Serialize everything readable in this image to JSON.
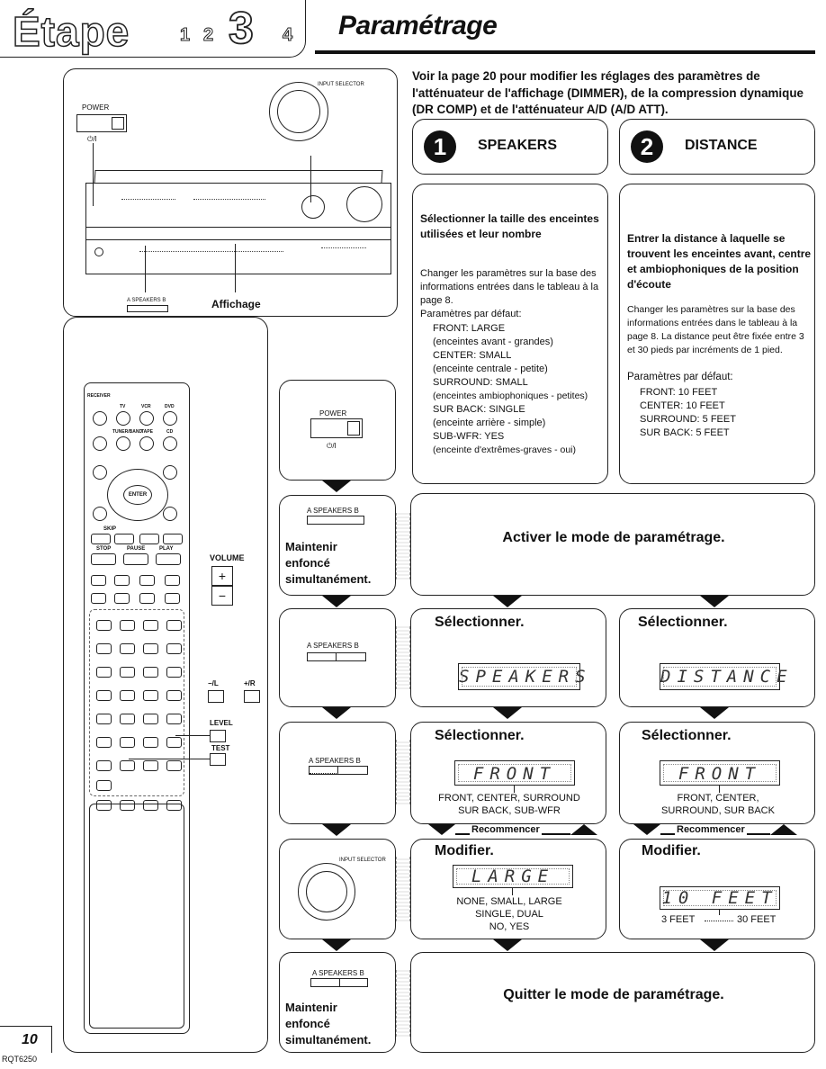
{
  "header": {
    "etape_word": "Étape",
    "steps": [
      "1",
      "2",
      "3",
      "4"
    ],
    "current_step": "3",
    "title": "Paramétrage"
  },
  "intro": "Voir la page 20 pour modifier les réglages des paramètres de l'atténuateur de l'affichage (DIMMER), de la compression dynamique (DR COMP) et de l'atténuateur A/D (A/D ATT).",
  "receiver": {
    "power_label": "POWER",
    "power_symbol": "⏻/I",
    "input_selector_label": "INPUT SELECTOR",
    "speakers_label": "A SPEAKERS B",
    "affichage_label": "Affichage"
  },
  "sections": [
    {
      "number": "1",
      "title": "SPEAKERS"
    },
    {
      "number": "2",
      "title": "DISTANCE"
    }
  ],
  "speakers_info": {
    "heading": "Sélectionner la taille des enceintes utilisées et leur nombre",
    "body": "Changer les paramètres sur la base des informations entrées dans le tableau à la page 8.",
    "defaults_label": "Paramètres par défaut:",
    "defaults": [
      "FRONT: LARGE",
      "(enceintes avant - grandes)",
      "CENTER: SMALL",
      "(enceinte centrale - petite)",
      "SURROUND: SMALL",
      "(enceintes ambiophoniques - petites)",
      "SUR BACK: SINGLE",
      "(enceinte arrière - simple)",
      "SUB-WFR: YES",
      "(enceinte d'extrêmes-graves - oui)"
    ]
  },
  "distance_info": {
    "heading": "Entrer la distance à laquelle se trouvent les enceintes avant, centre et ambiophoniques de la position d'écoute",
    "body": "Changer les paramètres sur la base des informations entrées dans le tableau à la page 8. La distance peut être fixée entre 3 et 30 pieds par incréments de 1 pied.",
    "defaults_label": "Paramètres par défaut:",
    "defaults": [
      "FRONT: 10 FEET",
      "CENTER: 10 FEET",
      "SURROUND: 5 FEET",
      "SUR BACK: 5 FEET"
    ]
  },
  "steps": {
    "hold_text_1": "Maintenir",
    "hold_text_2": "enfoncé",
    "hold_text_3": "simultanément.",
    "activate": "Activer le mode de paramétrage.",
    "select": "Sélectionner.",
    "modify": "Modifier.",
    "restart": "Recommencer",
    "quit": "Quitter le mode de paramétrage.",
    "lcd_speakers": "SPEAKERS",
    "lcd_distance": "DISTANCE",
    "lcd_front": "FRONT",
    "lcd_large": "LARGE",
    "lcd_10feet": "10 FEET",
    "speakers_options_1": "FRONT, CENTER, SURROUND",
    "speakers_options_2": "SUR BACK, SUB-WFR",
    "distance_options_1": "FRONT, CENTER,",
    "distance_options_2": "SURROUND, SUR BACK",
    "modify_options_1": "NONE, SMALL, LARGE",
    "modify_options_2": "SINGLE, DUAL",
    "modify_options_3": "NO, YES",
    "range_min": "3 FEET",
    "range_max": "30 FEET"
  },
  "remote": {
    "volume_label": "VOLUME",
    "plus": "+",
    "minus": "−",
    "minus_l": "−/L",
    "plus_r": "+/R",
    "level_label": "LEVEL",
    "test_label": "TEST",
    "enter": "ENTER",
    "top_labels": [
      "RECEIVER",
      "TV",
      "VCR",
      "DVD",
      "TUNER/BAND",
      "TAPE",
      "CD"
    ],
    "skip_label": "SKIP",
    "stop_label": "STOP",
    "pause_label": "PAUSE",
    "play_label": "PLAY"
  },
  "footer": {
    "page_number": "10",
    "code": "RQT6250"
  }
}
